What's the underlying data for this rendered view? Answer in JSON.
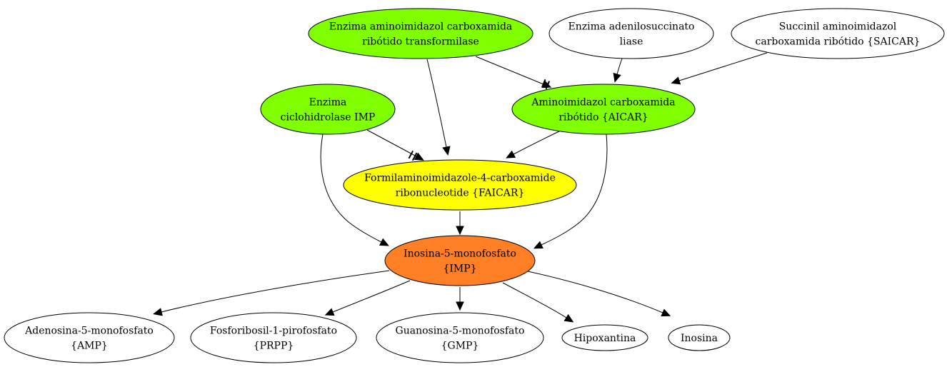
{
  "colors": {
    "green": "#7fff00",
    "yellow": "#ffff00",
    "orange": "#ff7f24",
    "white": "#ffffff",
    "outline": "#000000"
  },
  "nodes": {
    "transformilase": {
      "lines": [
        "Enzima aminoimidazol carboxamida",
        "ribótido transformilase"
      ],
      "color": "#7fff00"
    },
    "adenilosuccinato": {
      "lines": [
        "Enzima adenilosuccinato",
        "liase"
      ],
      "color": "#ffffff"
    },
    "saicar": {
      "lines": [
        "Succinil aminoimidazol",
        "carboxamida ribótido {SAICAR}"
      ],
      "color": "#ffffff"
    },
    "ciclohidrolase": {
      "lines": [
        "Enzima",
        "ciclohidrolase IMP"
      ],
      "color": "#7fff00"
    },
    "aicar": {
      "lines": [
        "Aminoimidazol carboxamida",
        "ribótido {AICAR}"
      ],
      "color": "#7fff00"
    },
    "faicar": {
      "lines": [
        "Formilaminoimidazole-4-carboxamide",
        "ribonucleotide {FAICAR}"
      ],
      "color": "#ffff00"
    },
    "imp": {
      "lines": [
        "Inosina-5-monofosfato",
        "{IMP}"
      ],
      "color": "#ff7f24"
    },
    "amp": {
      "lines": [
        "Adenosina-5-monofosfato",
        "{AMP}"
      ],
      "color": "#ffffff"
    },
    "prpp": {
      "lines": [
        "Fosforibosil-1-pirofosfato",
        "{PRPP}"
      ],
      "color": "#ffffff"
    },
    "gmp": {
      "lines": [
        "Guanosina-5-monofosfato",
        "{GMP}"
      ],
      "color": "#ffffff"
    },
    "hipoxantina": {
      "lines": [
        "Hipoxantina"
      ],
      "color": "#ffffff"
    },
    "inosina": {
      "lines": [
        "Inosina"
      ],
      "color": "#ffffff"
    }
  },
  "edges": [
    {
      "from": "transformilase",
      "to": "aicar",
      "type": "inhibit"
    },
    {
      "from": "transformilase",
      "to": "faicar",
      "type": "activate"
    },
    {
      "from": "adenilosuccinato",
      "to": "aicar",
      "type": "activate"
    },
    {
      "from": "saicar",
      "to": "aicar",
      "type": "activate"
    },
    {
      "from": "ciclohidrolase",
      "to": "faicar",
      "type": "inhibit"
    },
    {
      "from": "ciclohidrolase",
      "to": "imp",
      "type": "activate"
    },
    {
      "from": "aicar",
      "to": "faicar",
      "type": "activate"
    },
    {
      "from": "aicar",
      "to": "imp",
      "type": "activate"
    },
    {
      "from": "faicar",
      "to": "imp",
      "type": "activate"
    },
    {
      "from": "imp",
      "to": "amp",
      "type": "activate"
    },
    {
      "from": "imp",
      "to": "prpp",
      "type": "activate"
    },
    {
      "from": "imp",
      "to": "gmp",
      "type": "activate"
    },
    {
      "from": "imp",
      "to": "hipoxantina",
      "type": "activate"
    },
    {
      "from": "imp",
      "to": "inosina",
      "type": "activate"
    }
  ]
}
